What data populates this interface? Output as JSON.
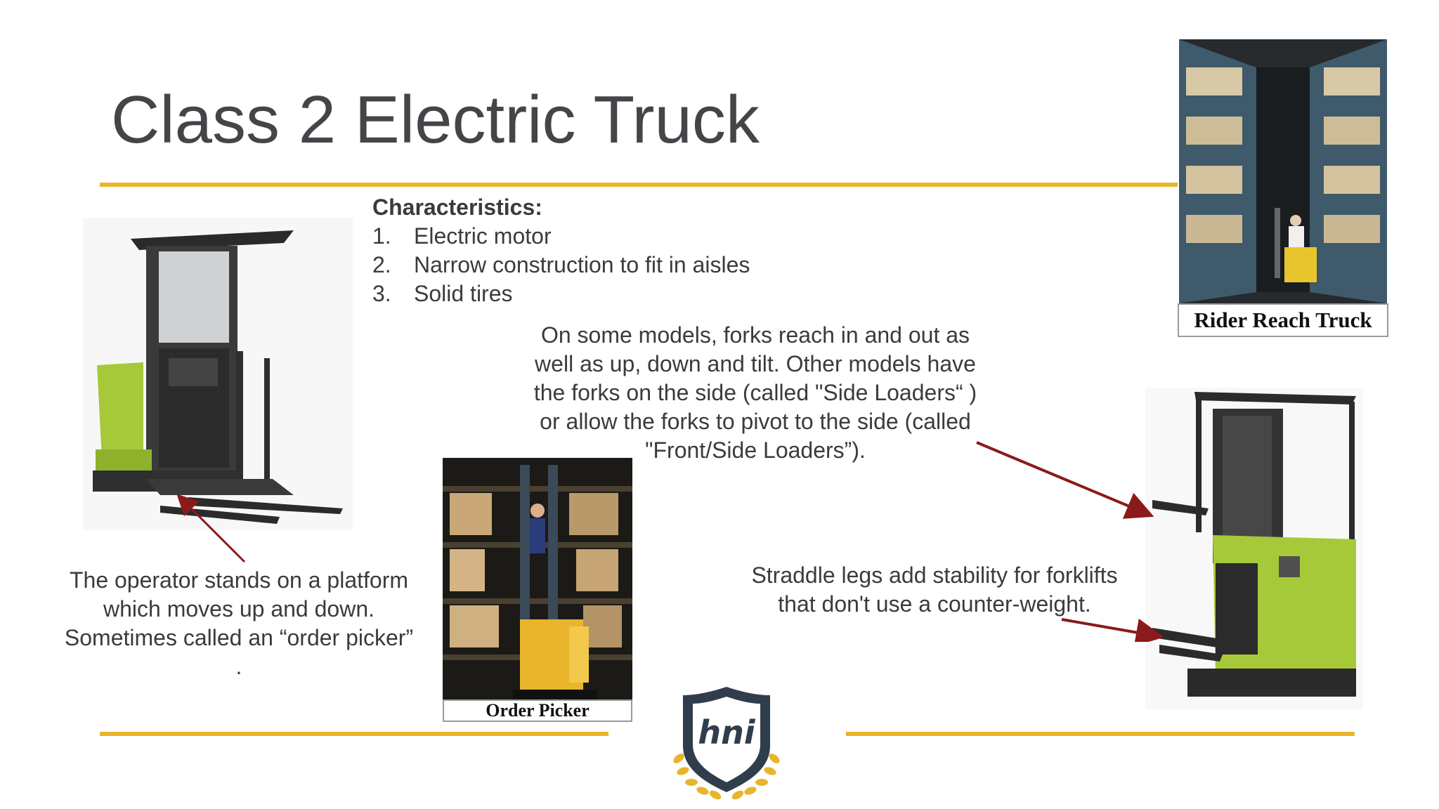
{
  "slide": {
    "title": "Class 2 Electric Truck",
    "characteristics": {
      "heading": "Characteristics:",
      "items": [
        {
          "num": "1.",
          "text": "Electric motor"
        },
        {
          "num": "2.",
          "text": "Narrow construction to fit in aisles"
        },
        {
          "num": "3.",
          "text": "Solid tires"
        }
      ]
    },
    "forks_note": {
      "lines": [
        "On some models, forks reach in and out  as",
        "well as up, down and tilt.  Other models have",
        "the forks on the side (called \"Side Loaders“ )",
        "or allow the forks to pivot to the side (called",
        "\"Front/Side Loaders”)."
      ]
    },
    "operator_note": {
      "lines": [
        "The operator stands on a platform",
        "which moves up and down.",
        "Sometimes called an “order picker”",
        "."
      ]
    },
    "straddle_note": {
      "lines": [
        "Straddle legs add stability for forklifts",
        "that don't use a counter-weight."
      ]
    },
    "captions": {
      "rider_reach": "Rider Reach Truck",
      "order_picker": "Order Picker"
    },
    "logo": {
      "text": "hni"
    }
  },
  "colors": {
    "accent_gold": "#e8b52c",
    "arrow_red": "#8b1a1a",
    "title_gray": "#434548",
    "truck_green": "#a6c93a",
    "shield_navy": "#2f3d4c"
  }
}
